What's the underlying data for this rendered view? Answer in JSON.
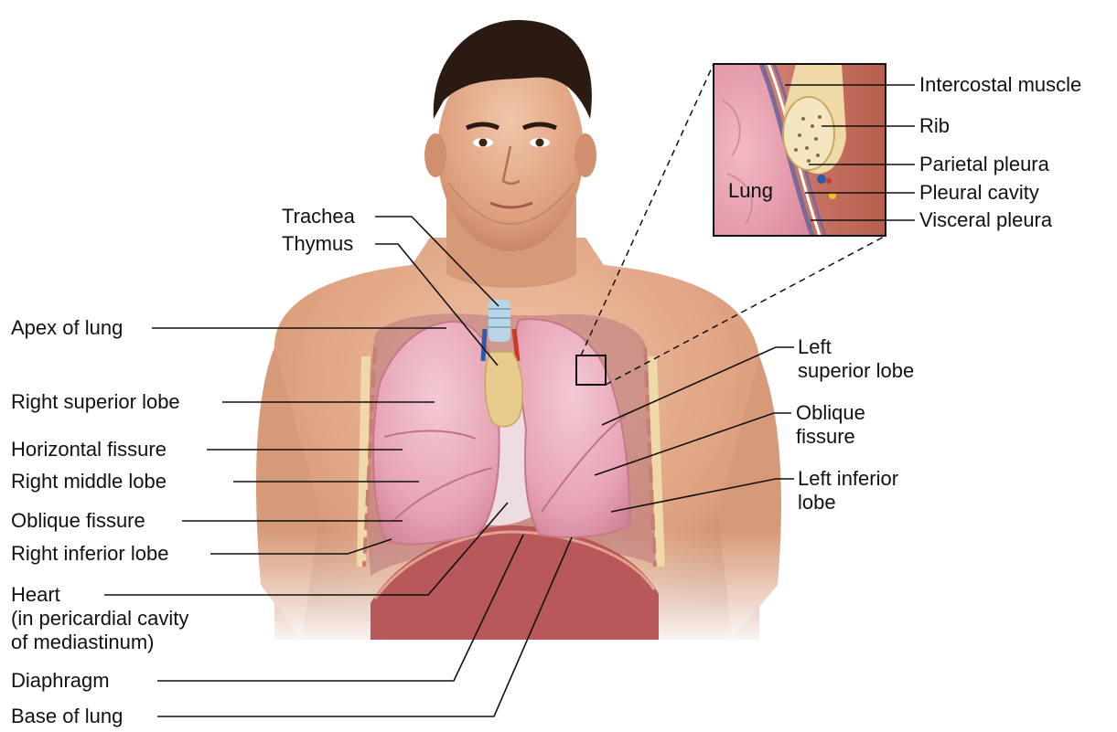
{
  "colors": {
    "skin_light": "#e9b89a",
    "skin_mid": "#d79a78",
    "skin_shadow": "#b4714f",
    "hair": "#2a1a12",
    "lung": "#e7a4b4",
    "lung_light": "#f1c3cf",
    "lung_edge": "#c9778c",
    "diaphragm": "#b8585a",
    "thymus": "#e8cc8f",
    "rib": "#efd9a6",
    "pleura": "#7a6a9a",
    "label_text": "#111111",
    "leader_line": "#111111"
  },
  "labels": {
    "trachea": "Trachea",
    "thymus": "Thymus",
    "apex_of_lung": "Apex of lung",
    "right_superior_lobe": "Right superior lobe",
    "horizontal_fissure": "Horizontal fissure",
    "right_middle_lobe": "Right middle lobe",
    "oblique_fissure_right": "Oblique fissure",
    "right_inferior_lobe": "Right inferior lobe",
    "heart": "Heart\n(in pericardial cavity\nof mediastinum)",
    "diaphragm": "Diaphragm",
    "base_of_lung": "Base of lung",
    "left_superior_lobe": "Left\nsuperior lobe",
    "oblique_fissure_left": "Oblique\nfissure",
    "left_inferior_lobe": "Left inferior\nlobe",
    "intercostal_muscle": "Intercostal muscle",
    "rib": "Rib",
    "parietal_pleura": "Parietal pleura",
    "pleural_cavity": "Pleural cavity",
    "visceral_pleura": "Visceral pleura",
    "inset_lung": "Lung"
  }
}
